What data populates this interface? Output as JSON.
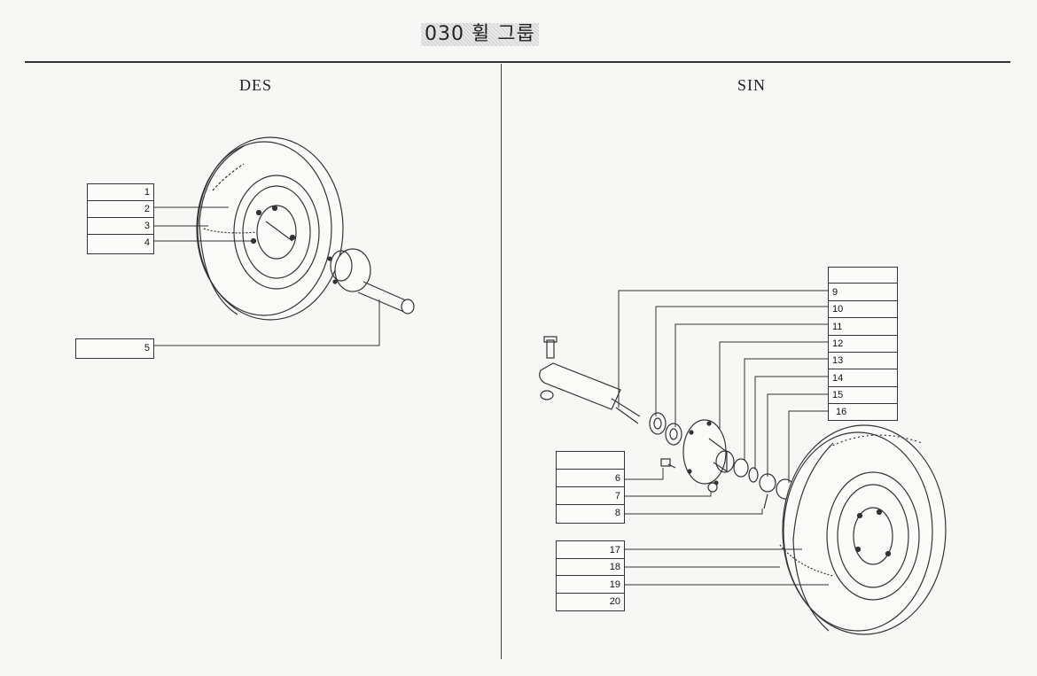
{
  "header": {
    "title": "030 휠 그룹"
  },
  "sides": {
    "des": "DES",
    "sin": "SIN"
  },
  "des": {
    "box_a": [
      "1",
      "2",
      "3",
      "4"
    ],
    "box_b": [
      "5"
    ]
  },
  "sin": {
    "box_a": [
      "",
      "9",
      "10",
      "11",
      "12",
      "13",
      "14",
      "15",
      "16"
    ],
    "box_b": [
      "",
      "6",
      "7",
      "8"
    ],
    "box_c": [
      "17",
      "18",
      "19",
      "20"
    ]
  }
}
